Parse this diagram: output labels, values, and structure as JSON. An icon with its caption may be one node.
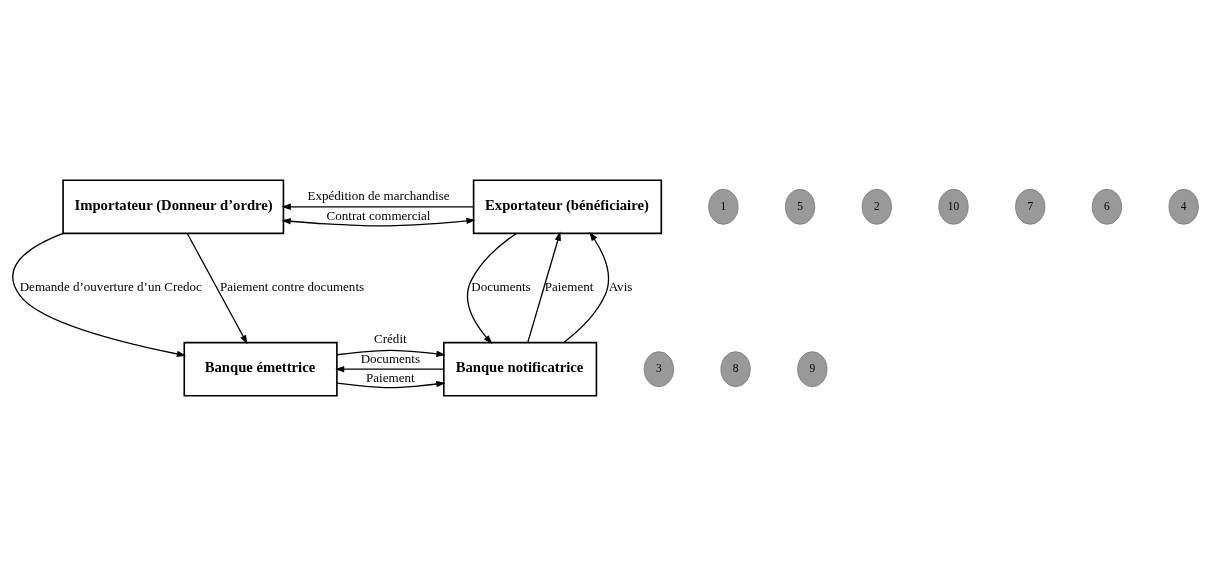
{
  "diagram": {
    "nodes": [
      {
        "text": [
          "Importateur (Donneur d’ordre)"
        ]
      },
      {
        "text": [
          "Exportateur (bénéficiaire)"
        ]
      },
      {
        "text": [
          "Banque émettrice"
        ]
      },
      {
        "text": [
          "Banque notificatrice"
        ]
      },
      {
        "text": [
          "1"
        ]
      },
      {
        "text": [
          "5"
        ]
      },
      {
        "text": [
          "2"
        ]
      },
      {
        "text": [
          "10"
        ]
      },
      {
        "text": [
          "7"
        ]
      },
      {
        "text": [
          "6"
        ]
      },
      {
        "text": [
          "4"
        ]
      },
      {
        "text": [
          "3"
        ]
      },
      {
        "text": [
          "8"
        ]
      },
      {
        "text": [
          "9"
        ]
      }
    ],
    "edges": [
      {
        "from": 0,
        "to": 1,
        "arrow": "both",
        "label": "Contrat commercial"
      },
      {
        "from": 1,
        "to": 0,
        "arrow": "to",
        "label": "Expédition de marchandise"
      },
      {
        "from": 0,
        "to": 2,
        "arrow": "to",
        "label": "Demande d’ouverture d’un Credoc"
      },
      {
        "from": 0,
        "to": 2,
        "arrow": "to",
        "label": "Paiement contre documents"
      },
      {
        "from": 2,
        "to": 3,
        "arrow": "to",
        "label": "Crédit"
      },
      {
        "from": 3,
        "to": 2,
        "arrow": "to",
        "label": "Documents"
      },
      {
        "from": 2,
        "to": 3,
        "arrow": "to",
        "label": "Paiement"
      },
      {
        "from": 3,
        "to": 1,
        "arrow": "to",
        "label": "Paiement"
      },
      {
        "from": 1,
        "to": 3,
        "arrow": "to",
        "label": "Documents"
      },
      {
        "from": 3,
        "to": 1,
        "arrow": "to",
        "label": "Avis"
      }
    ]
  }
}
